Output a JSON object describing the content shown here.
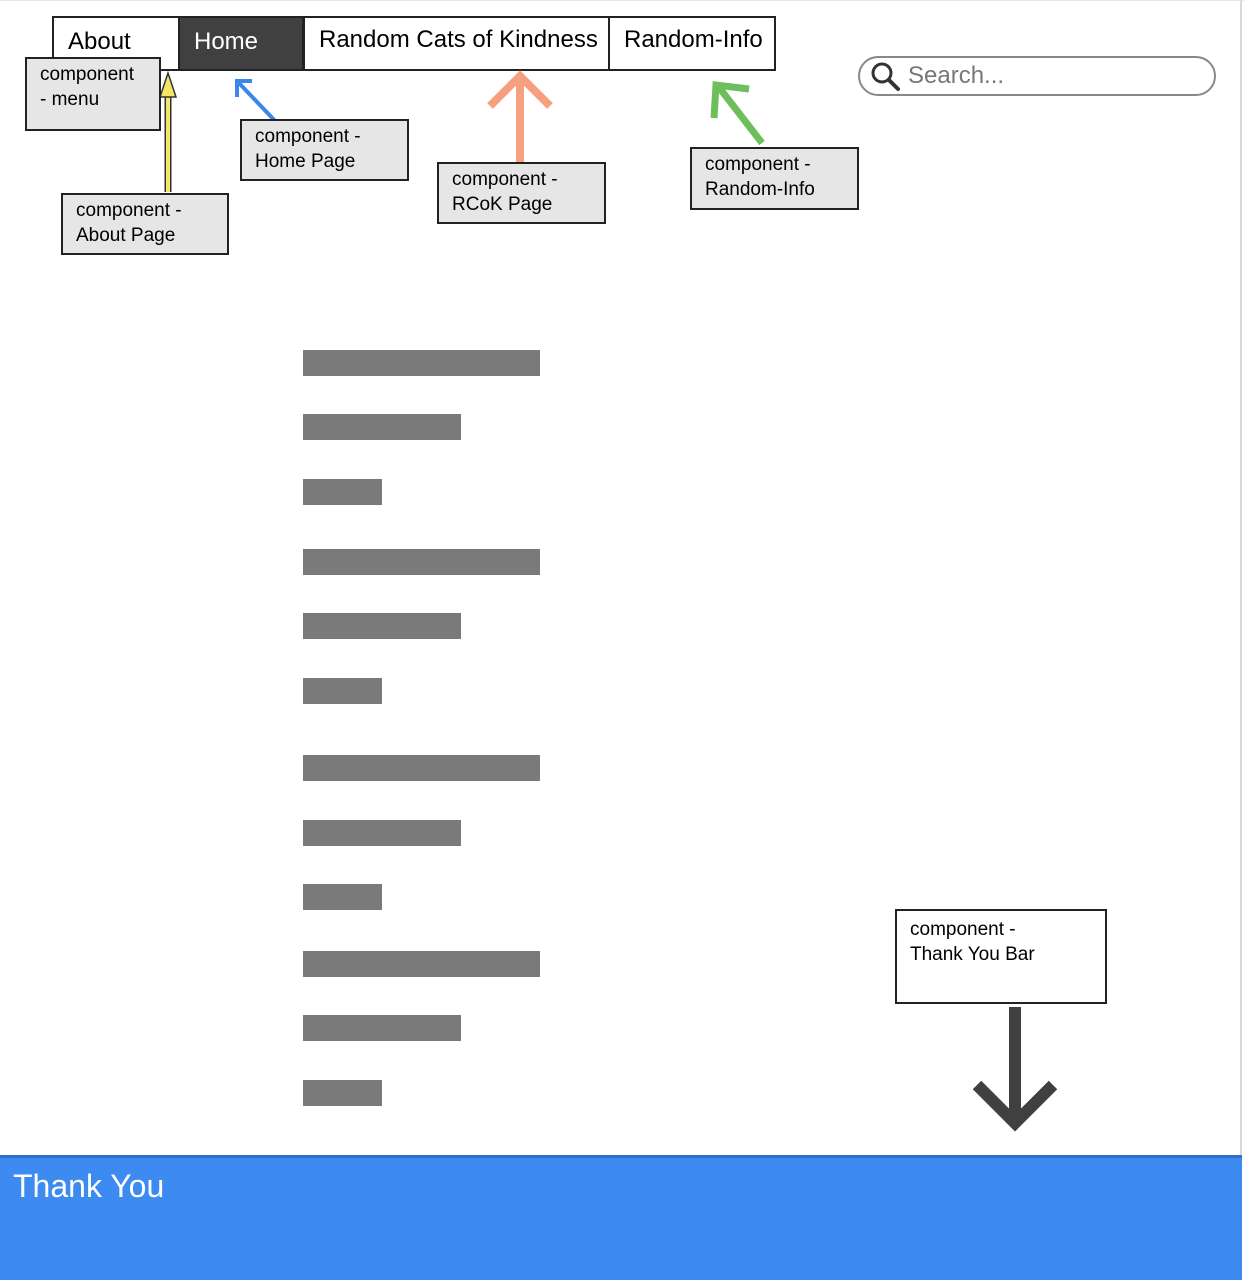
{
  "nav": {
    "tabs": [
      {
        "label": "About",
        "active": false
      },
      {
        "label": "Home",
        "active": true
      },
      {
        "label": "Random Cats of Kindness",
        "active": false
      },
      {
        "label": "Random-Info",
        "active": false
      }
    ]
  },
  "search": {
    "placeholder": "Search...",
    "icon": "magnifier-icon"
  },
  "annotations": {
    "menu": [
      "component",
      "- menu"
    ],
    "about_page": [
      "component -",
      "About Page"
    ],
    "home_page": [
      "component -",
      "Home Page"
    ],
    "rcok_page": [
      "component -",
      "RCoK Page"
    ],
    "random_info": [
      "component -",
      "Random-Info"
    ],
    "thank_you_bar": [
      "component -",
      "Thank You Bar"
    ]
  },
  "arrow_colors": {
    "about": "#f5e66a",
    "home": "#3b86e8",
    "rcok": "#f7a07f",
    "random_info": "#6cbf5a",
    "thank_you": "#404040"
  },
  "footer": {
    "text": "Thank You",
    "color": "#3d8af0"
  }
}
